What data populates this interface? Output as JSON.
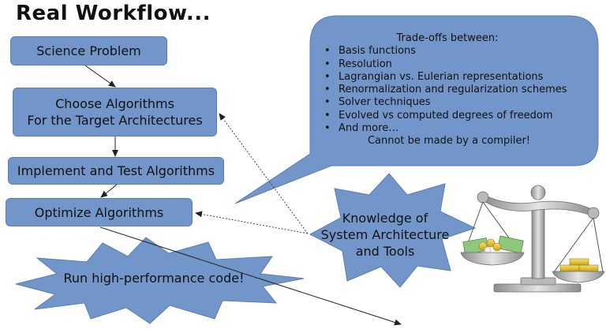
{
  "title": "Real Workflow...",
  "flow": {
    "science_problem": "Science Problem",
    "choose_algorithms_line1": "Choose Algorithms",
    "choose_algorithms_line2": "For the Target Architectures",
    "implement_test": "Implement and Test Algorithms",
    "optimize": "Optimize Algorithms"
  },
  "bubble": {
    "heading": "Trade-offs between:",
    "items": [
      "Basis functions",
      "Resolution",
      "Lagrangian vs. Eulerian representations",
      "Renormalization and regularization schemes",
      "Solver techniques",
      "Evolved vs computed degrees of freedom",
      "And more…"
    ],
    "footer": "Cannot be made by a compiler!"
  },
  "knowledge": {
    "line1": "Knowledge of",
    "line2": "System Architecture",
    "line3": "and Tools"
  },
  "run_code": "Run high-performance code!",
  "colors": {
    "box_fill": "#7296c9",
    "box_border": "#5a7eb3",
    "scale_metal": "#b9b9b9",
    "scale_dark": "#6f6f6f",
    "gold": "#e3c528",
    "money_green": "#8fc77d"
  },
  "icons": {
    "balance": "balance-scale-icon"
  }
}
